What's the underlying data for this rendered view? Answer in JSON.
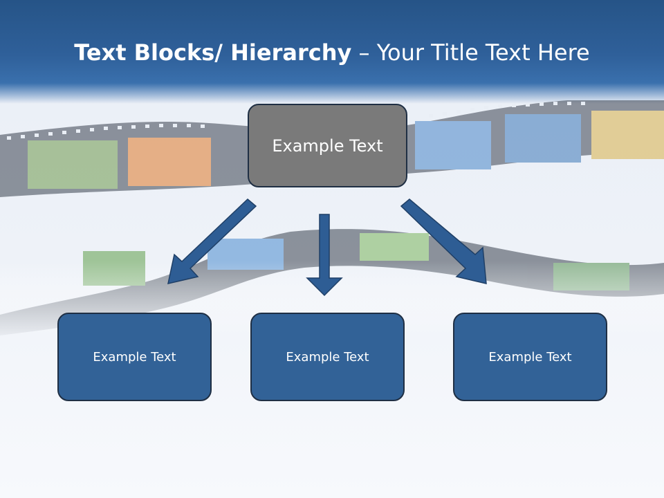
{
  "slide": {
    "title_bold": "Text Blocks/ Hierarchy",
    "title_rest": " – Your Title Text Here"
  },
  "diagram": {
    "top_box": "Example Text",
    "children": [
      "Example Text",
      "Example Text",
      "Example Text"
    ]
  },
  "colors": {
    "header": "#2f609a",
    "top_box": "#7a7a7a",
    "child_box": "#326297",
    "arrow": "#2e5d94",
    "border": "#1f2f44"
  }
}
